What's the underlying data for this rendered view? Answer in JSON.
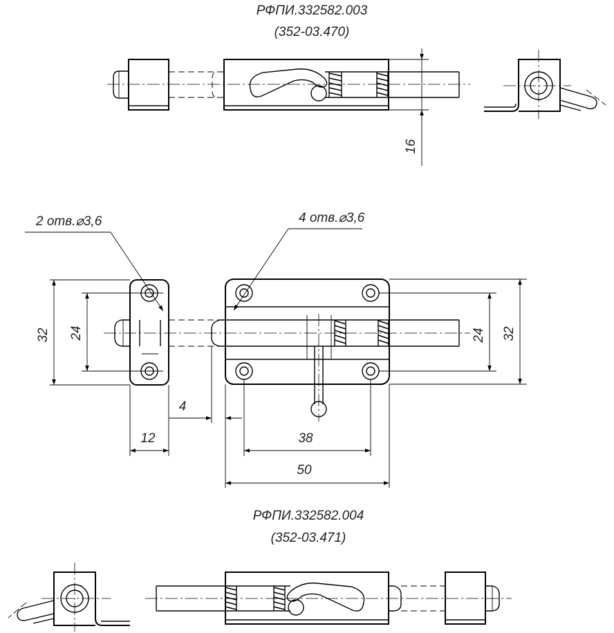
{
  "top_view": {
    "designation": "РФПИ.332582.003",
    "code": "(352-03.470)",
    "dim_height": "16"
  },
  "bottom_view": {
    "designation": "РФПИ.332582.004",
    "code": "(352-03.471)"
  },
  "plan_view": {
    "holes_left": "2 отв.⌀3,6",
    "holes_right": "4 отв.⌀3,6",
    "dim_left_height": "32",
    "dim_left_spacing": "24",
    "dim_right_spacing": "24",
    "dim_right_height": "32",
    "dim_gap": "4",
    "dim_strike_width": "12",
    "dim_hole_pitch": "38",
    "dim_body_length": "50"
  }
}
